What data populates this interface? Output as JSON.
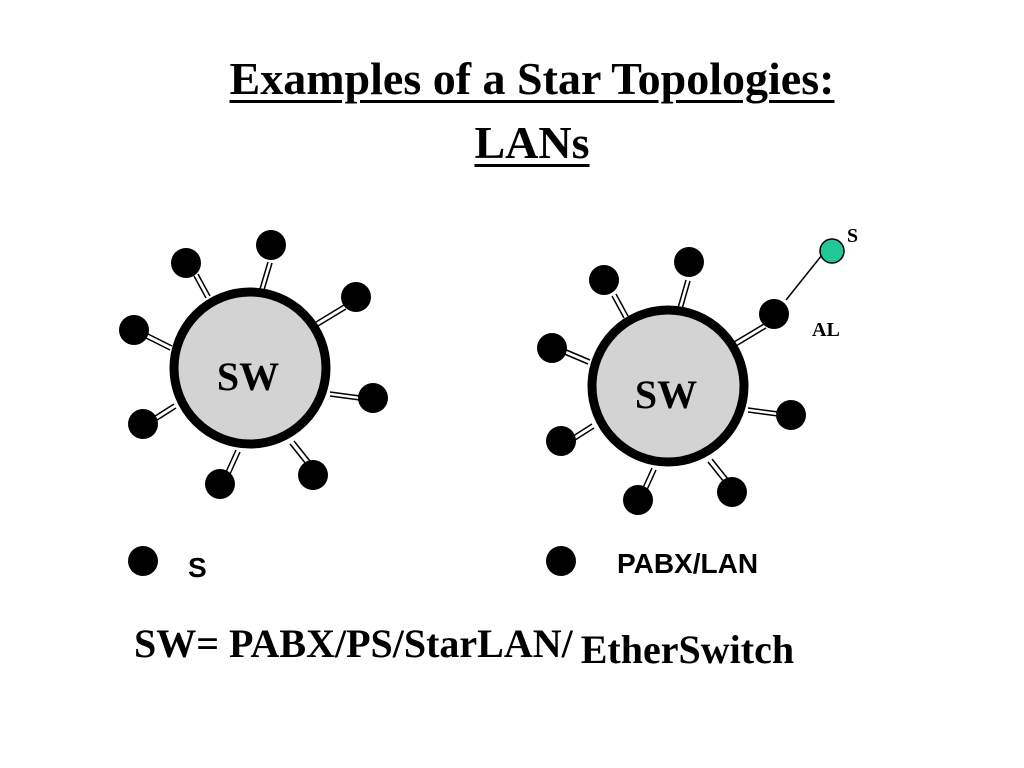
{
  "title": {
    "line1": "Examples of a Star Topologies:",
    "line2": "LANs"
  },
  "diagrams": [
    {
      "hub_label": "SW",
      "node_count": 8
    },
    {
      "hub_label": "SW",
      "node_count": 8,
      "extension": {
        "link_label": "AL",
        "node_label": "S",
        "node_color": "#20c997"
      }
    }
  ],
  "legend": [
    {
      "symbol": "black-dot",
      "text": "S"
    },
    {
      "symbol": "black-dot",
      "text": "PABX/LAN"
    }
  ],
  "footer": {
    "part1": "SW= PABX/PS/StarLAN/",
    "part2": "EtherSwitch"
  },
  "colors": {
    "hub_fill": "#d3d3d3",
    "hub_stroke": "#000000",
    "node": "#000000",
    "accent_node": "#20c997"
  }
}
